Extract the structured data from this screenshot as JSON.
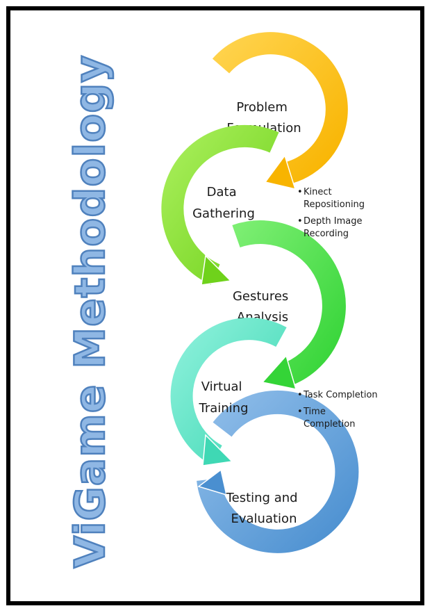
{
  "title": "ViGame Methodology",
  "colors": {
    "title_fill": "#8fb7e4",
    "title_stroke": "#4f81bd",
    "border": "#000000"
  },
  "stages": [
    {
      "line1": "Problem",
      "line2": "Formulation",
      "color": "#f8b400",
      "light": "#ffd34d",
      "icon": "circular-arrow-icon"
    },
    {
      "line1": "Data",
      "line2": "Gathering",
      "color": "#6fd21b",
      "light": "#a8ee5a",
      "icon": "circular-arrow-icon"
    },
    {
      "line1": "Gestures",
      "line2": "Analysis",
      "color": "#34d437",
      "light": "#7cee72",
      "icon": "circular-arrow-icon"
    },
    {
      "line1": "Virtual",
      "line2": "Training",
      "color": "#3fd8b4",
      "light": "#8bf0da",
      "icon": "circular-arrow-icon"
    },
    {
      "line1": "Testing and",
      "line2": "Evaluation",
      "color": "#4a8fd0",
      "light": "#8fbde9",
      "icon": "circular-arrow-icon"
    }
  ],
  "notes": {
    "data_gathering": [
      {
        "bullet": "•",
        "line1": "Kinect",
        "line2": "Repositioning"
      },
      {
        "bullet": "•",
        "line1": "Depth Image",
        "line2": "Recording"
      }
    ],
    "virtual_training": [
      {
        "bullet": "•",
        "line1": "Task Completion",
        "line2": ""
      },
      {
        "bullet": "•",
        "line1": "Time",
        "line2": "Completion"
      }
    ]
  }
}
